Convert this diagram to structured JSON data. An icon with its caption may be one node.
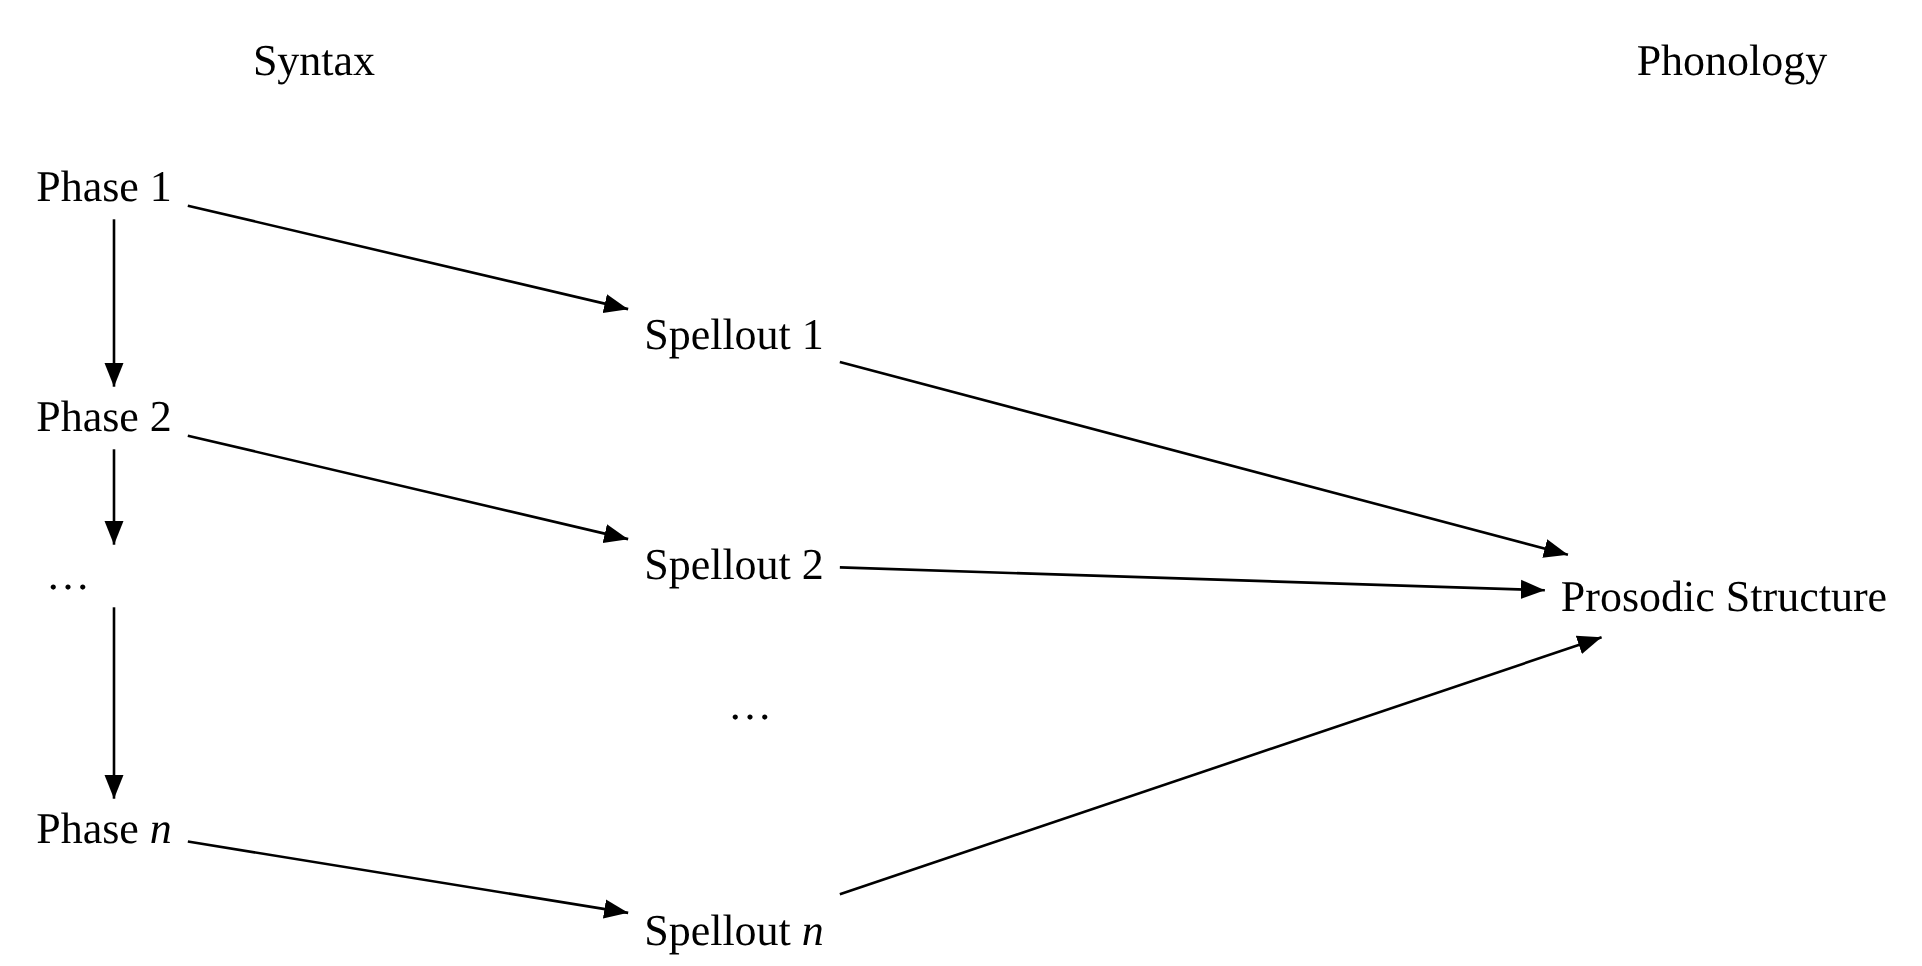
{
  "diagram": {
    "nodes": [
      {
        "text": [
          "Phase 1"
        ]
      },
      {
        "text": [
          "Spellout 1"
        ]
      },
      {
        "text": [
          "Phase 2"
        ]
      },
      {
        "text": [
          "Spellout 2"
        ]
      },
      {
        "text": [
          "…"
        ]
      },
      {
        "text": [
          "Prosodic Structure"
        ]
      },
      {
        "text": [
          "Phase *n*"
        ]
      },
      {
        "text": [
          "Spellout *n*"
        ]
      }
    ],
    "edges": [
      {
        "from": 0,
        "to": 2,
        "arrow": "to"
      },
      {
        "from": 2,
        "to": 4,
        "arrow": "to"
      },
      {
        "from": 4,
        "to": 6,
        "arrow": "to"
      },
      {
        "from": 0,
        "to": 1,
        "arrow": "to"
      },
      {
        "from": 2,
        "to": 3,
        "arrow": "to"
      },
      {
        "from": 6,
        "to": 7,
        "arrow": "to"
      },
      {
        "from": 1,
        "to": 5,
        "arrow": "to"
      },
      {
        "from": 3,
        "to": 5,
        "arrow": "to"
      },
      {
        "from": 7,
        "to": 5,
        "arrow": "to"
      }
    ],
    "labels": [
      "Syntax",
      "Phonology",
      "…"
    ]
  }
}
